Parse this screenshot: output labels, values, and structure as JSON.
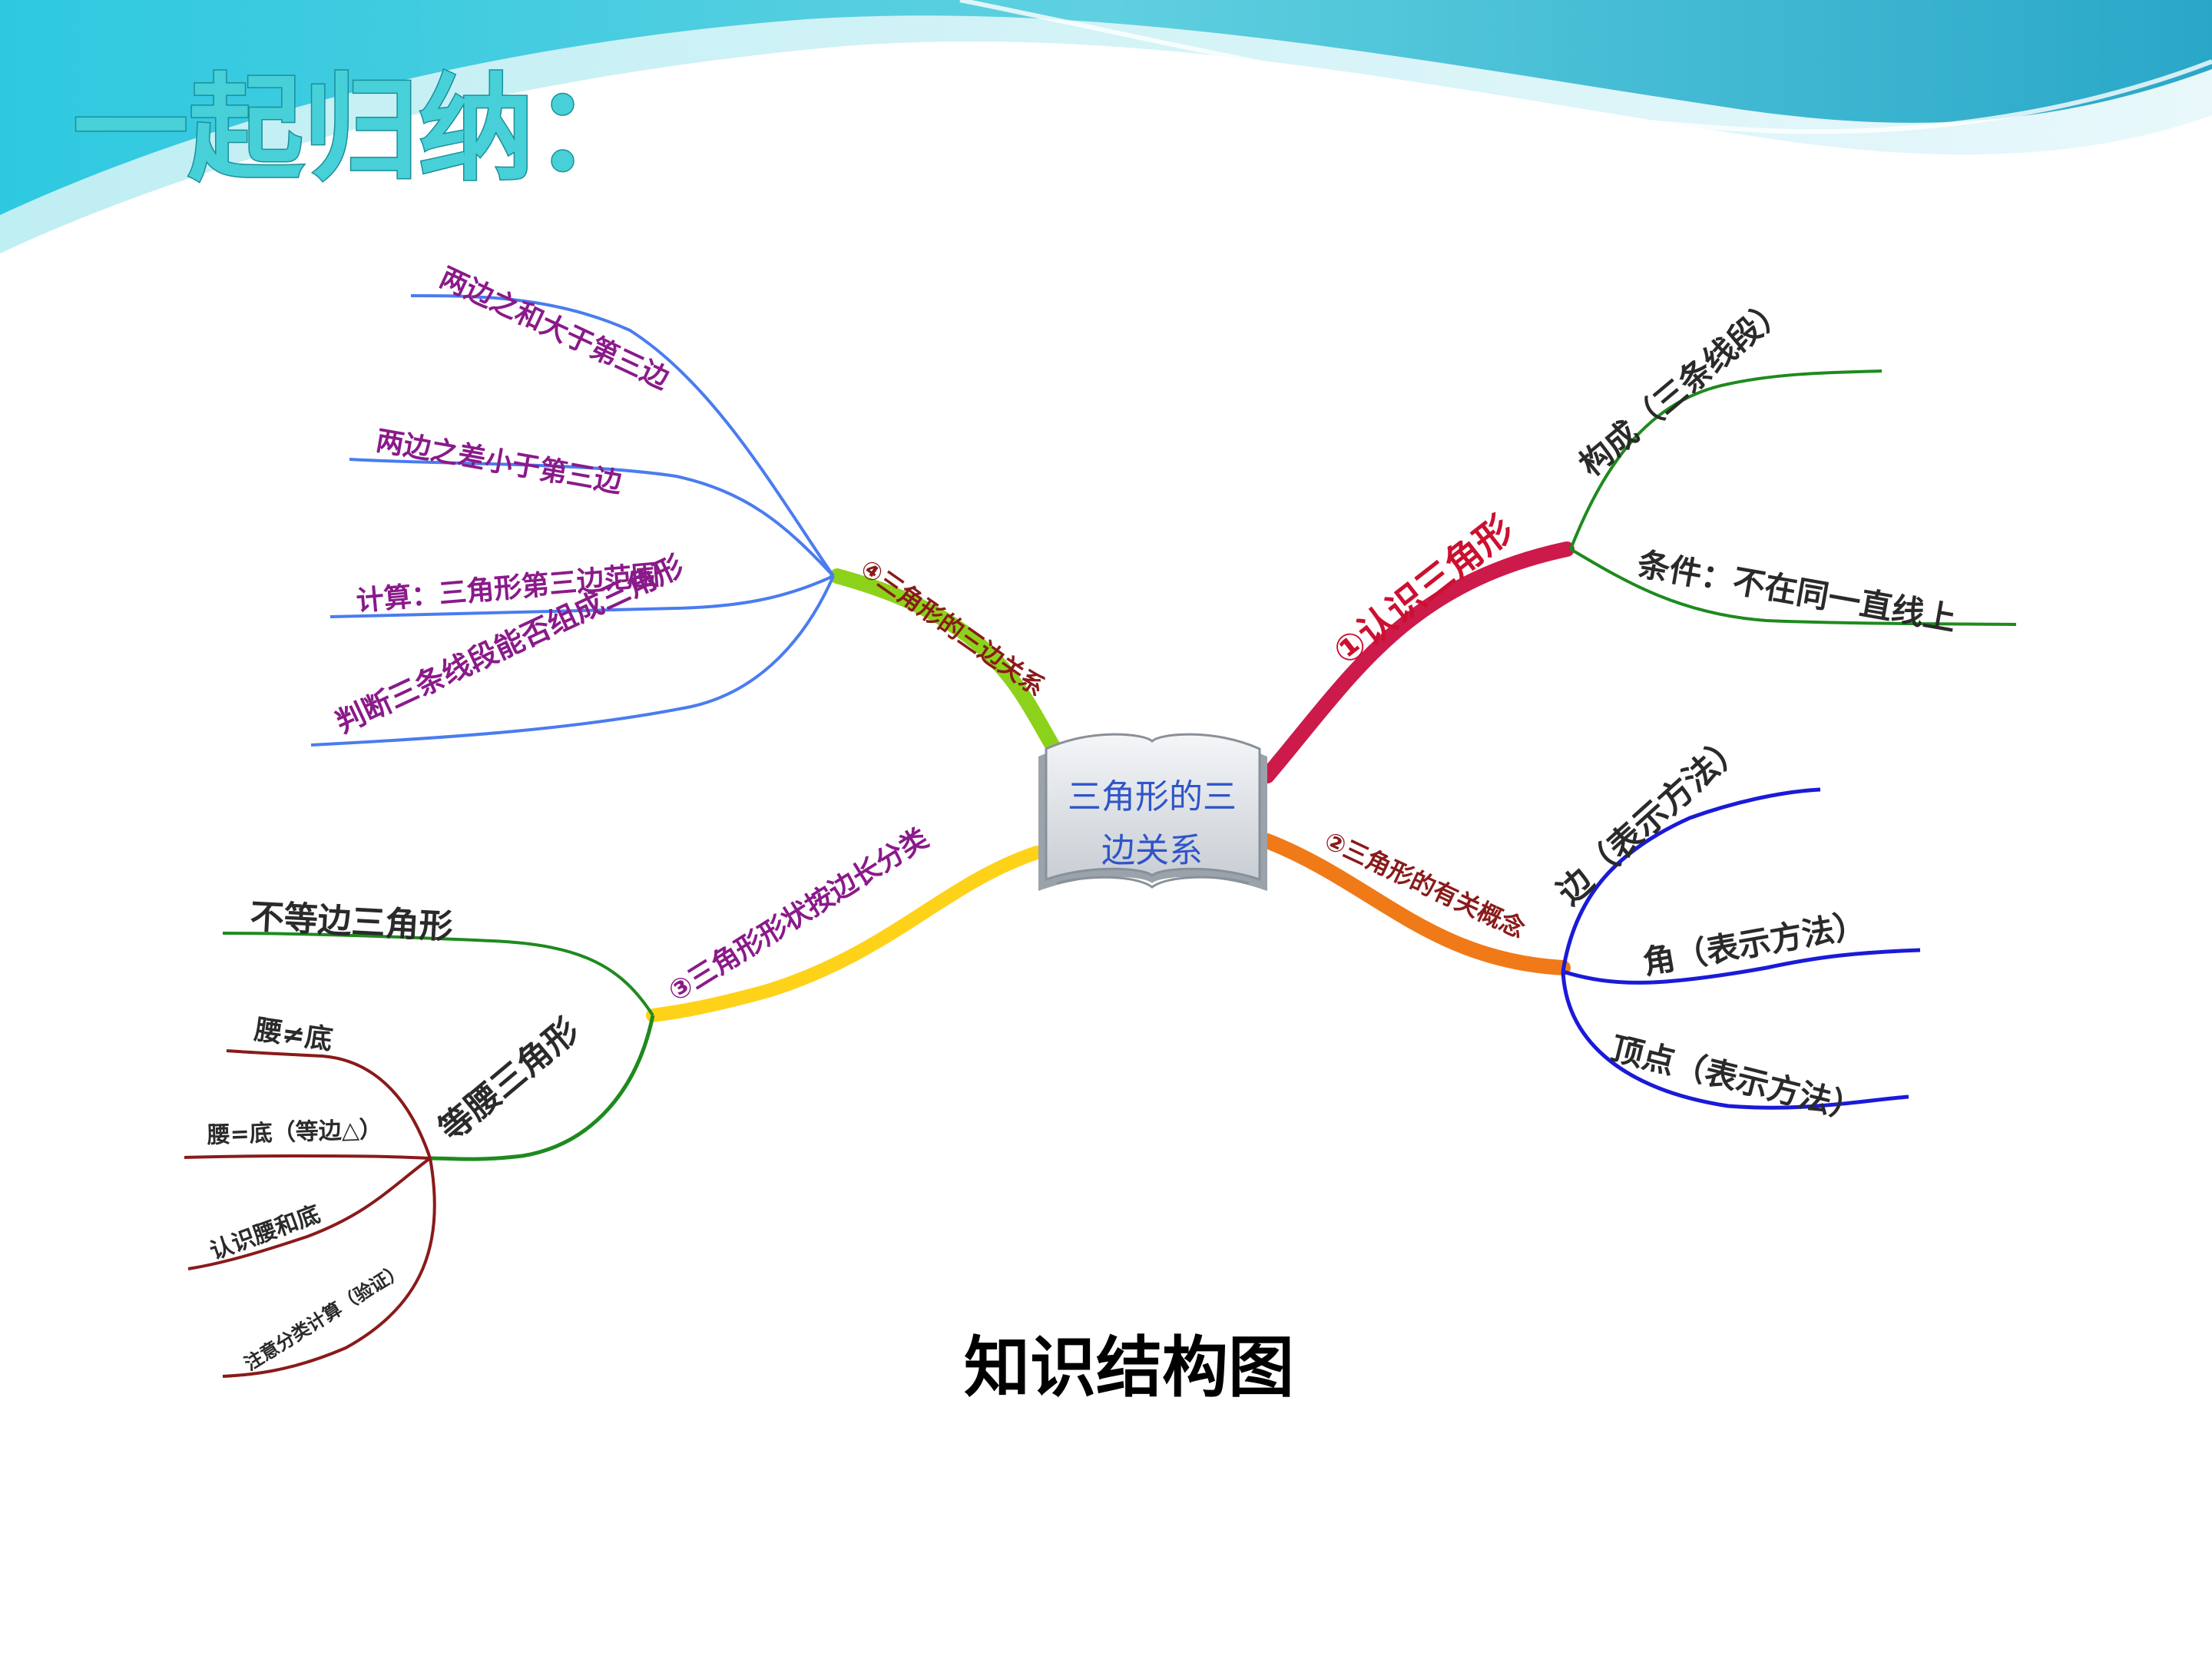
{
  "slide_title": "一起归纳：",
  "center_node": {
    "line1": "三角形的三",
    "line2": "边关系"
  },
  "caption": "知识结构图",
  "branches": {
    "b1": {
      "label": "①认识三角形",
      "color": "#cc1a4a",
      "children": [
        "构成（三条线段）",
        "条件：不在同一直线上"
      ]
    },
    "b2": {
      "label": "②三角形的有关概念",
      "color": "#f07a18",
      "children": [
        "边（表示方法）",
        "角（表示方法）",
        "顶点（表示方法）"
      ]
    },
    "b3": {
      "label": "③三角形形状按边长分类",
      "color": "#ffd21a",
      "children": [
        "不等边三角形",
        "等腰三角形"
      ],
      "isosceles_children": [
        "腰≠底",
        "腰=底（等边△）",
        "认识腰和底",
        "注意分类计算（验证）"
      ]
    },
    "b4": {
      "label": "④三角形的三边关系",
      "color": "#8cd21a",
      "children": [
        "两边之和大于第三边",
        "两边之差小于第三边",
        "计算：三角形第三边范围",
        "判断三条线段能否组成三角形"
      ]
    }
  },
  "colors": {
    "title": "#47d0d8",
    "wave_top": "#2fc7d8",
    "b1_children": "#1e8a1e",
    "b2_children": "#1a1ad8",
    "b3_children": "#1e8a1e",
    "isosceles_children": "#8a1a1a",
    "b4_children": "#4a7cf0",
    "text_dark": "#2a2a2a",
    "text_red": "#cc1030",
    "text_purple": "#8a1a8a"
  }
}
